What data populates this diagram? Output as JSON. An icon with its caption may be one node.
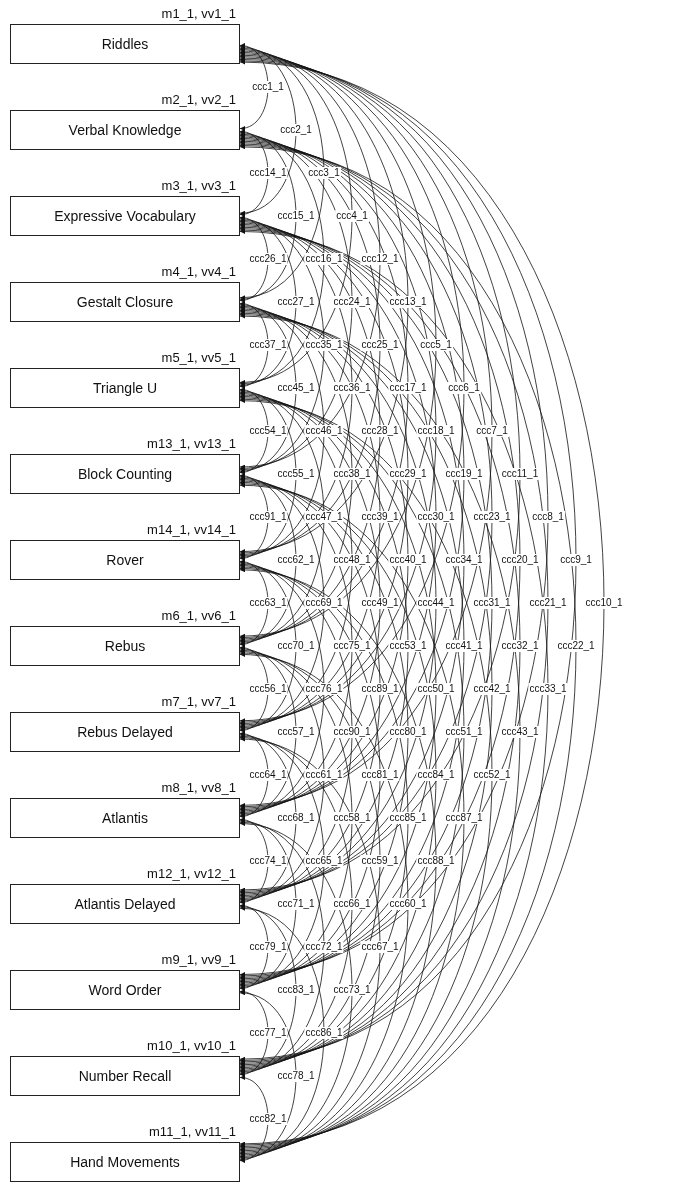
{
  "diagram": {
    "nodes": [
      {
        "text": [
          "Riddles"
        ],
        "beside": [
          "m1_1, vv1_1"
        ]
      },
      {
        "text": [
          "Verbal Knowledge"
        ],
        "beside": [
          "m2_1, vv2_1"
        ]
      },
      {
        "text": [
          "Expressive Vocabulary"
        ],
        "beside": [
          "m3_1, vv3_1"
        ]
      },
      {
        "text": [
          "Gestalt Closure"
        ],
        "beside": [
          "m4_1, vv4_1"
        ]
      },
      {
        "text": [
          "Triangle U"
        ],
        "beside": [
          "m5_1, vv5_1"
        ]
      },
      {
        "text": [
          "Block Counting"
        ],
        "beside": [
          "m13_1, vv13_1"
        ]
      },
      {
        "text": [
          "Rover"
        ],
        "beside": [
          "m14_1, vv14_1"
        ]
      },
      {
        "text": [
          "Rebus"
        ],
        "beside": [
          "m6_1, vv6_1"
        ]
      },
      {
        "text": [
          "Rebus Delayed"
        ],
        "beside": [
          "m7_1, vv7_1"
        ]
      },
      {
        "text": [
          "Atlantis"
        ],
        "beside": [
          "m8_1, vv8_1"
        ]
      },
      {
        "text": [
          "Atlantis Delayed"
        ],
        "beside": [
          "m12_1, vv12_1"
        ]
      },
      {
        "text": [
          "Word Order"
        ],
        "beside": [
          "m9_1, vv9_1"
        ]
      },
      {
        "text": [
          "Number Recall"
        ],
        "beside": [
          "m10_1, vv10_1"
        ]
      },
      {
        "text": [
          "Hand Movements"
        ],
        "beside": [
          "m11_1, vv11_1"
        ]
      }
    ],
    "edges": [
      {
        "from": 0,
        "to": 1,
        "arrow": "both",
        "label": "ccc1_1"
      },
      {
        "from": 0,
        "to": 2,
        "arrow": "both",
        "label": "ccc2_1"
      },
      {
        "from": 0,
        "to": 3,
        "arrow": "both",
        "label": "ccc3_1"
      },
      {
        "from": 0,
        "to": 4,
        "arrow": "both",
        "label": "ccc4_1"
      },
      {
        "from": 0,
        "to": 7,
        "arrow": "both",
        "label": "ccc5_1"
      },
      {
        "from": 0,
        "to": 8,
        "arrow": "both",
        "label": "ccc6_1"
      },
      {
        "from": 0,
        "to": 9,
        "arrow": "both",
        "label": "ccc7_1"
      },
      {
        "from": 0,
        "to": 11,
        "arrow": "both",
        "label": "ccc8_1"
      },
      {
        "from": 0,
        "to": 12,
        "arrow": "both",
        "label": "ccc9_1"
      },
      {
        "from": 0,
        "to": 13,
        "arrow": "both",
        "label": "ccc10_1"
      },
      {
        "from": 0,
        "to": 10,
        "arrow": "both",
        "label": "ccc11_1"
      },
      {
        "from": 0,
        "to": 5,
        "arrow": "both",
        "label": "ccc12_1"
      },
      {
        "from": 0,
        "to": 6,
        "arrow": "both",
        "label": "ccc13_1"
      },
      {
        "from": 1,
        "to": 2,
        "arrow": "both",
        "label": "ccc14_1"
      },
      {
        "from": 1,
        "to": 3,
        "arrow": "both",
        "label": "ccc15_1"
      },
      {
        "from": 1,
        "to": 4,
        "arrow": "both",
        "label": "ccc16_1"
      },
      {
        "from": 1,
        "to": 7,
        "arrow": "both",
        "label": "ccc17_1"
      },
      {
        "from": 1,
        "to": 8,
        "arrow": "both",
        "label": "ccc18_1"
      },
      {
        "from": 1,
        "to": 9,
        "arrow": "both",
        "label": "ccc19_1"
      },
      {
        "from": 1,
        "to": 11,
        "arrow": "both",
        "label": "ccc20_1"
      },
      {
        "from": 1,
        "to": 12,
        "arrow": "both",
        "label": "ccc21_1"
      },
      {
        "from": 1,
        "to": 13,
        "arrow": "both",
        "label": "ccc22_1"
      },
      {
        "from": 1,
        "to": 10,
        "arrow": "both",
        "label": "ccc23_1"
      },
      {
        "from": 1,
        "to": 5,
        "arrow": "both",
        "label": "ccc24_1"
      },
      {
        "from": 1,
        "to": 6,
        "arrow": "both",
        "label": "ccc25_1"
      },
      {
        "from": 2,
        "to": 3,
        "arrow": "both",
        "label": "ccc26_1"
      },
      {
        "from": 2,
        "to": 4,
        "arrow": "both",
        "label": "ccc27_1"
      },
      {
        "from": 2,
        "to": 7,
        "arrow": "both",
        "label": "ccc28_1"
      },
      {
        "from": 2,
        "to": 8,
        "arrow": "both",
        "label": "ccc29_1"
      },
      {
        "from": 2,
        "to": 9,
        "arrow": "both",
        "label": "ccc30_1"
      },
      {
        "from": 2,
        "to": 11,
        "arrow": "both",
        "label": "ccc31_1"
      },
      {
        "from": 2,
        "to": 12,
        "arrow": "both",
        "label": "ccc32_1"
      },
      {
        "from": 2,
        "to": 13,
        "arrow": "both",
        "label": "ccc33_1"
      },
      {
        "from": 2,
        "to": 10,
        "arrow": "both",
        "label": "ccc34_1"
      },
      {
        "from": 2,
        "to": 5,
        "arrow": "both",
        "label": "ccc35_1"
      },
      {
        "from": 2,
        "to": 6,
        "arrow": "both",
        "label": "ccc36_1"
      },
      {
        "from": 3,
        "to": 4,
        "arrow": "both",
        "label": "ccc37_1"
      },
      {
        "from": 3,
        "to": 7,
        "arrow": "both",
        "label": "ccc38_1"
      },
      {
        "from": 3,
        "to": 8,
        "arrow": "both",
        "label": "ccc39_1"
      },
      {
        "from": 3,
        "to": 9,
        "arrow": "both",
        "label": "ccc40_1"
      },
      {
        "from": 3,
        "to": 11,
        "arrow": "both",
        "label": "ccc41_1"
      },
      {
        "from": 3,
        "to": 12,
        "arrow": "both",
        "label": "ccc42_1"
      },
      {
        "from": 3,
        "to": 13,
        "arrow": "both",
        "label": "ccc43_1"
      },
      {
        "from": 3,
        "to": 10,
        "arrow": "both",
        "label": "ccc44_1"
      },
      {
        "from": 3,
        "to": 5,
        "arrow": "both",
        "label": "ccc45_1"
      },
      {
        "from": 3,
        "to": 6,
        "arrow": "both",
        "label": "ccc46_1"
      },
      {
        "from": 4,
        "to": 7,
        "arrow": "both",
        "label": "ccc47_1"
      },
      {
        "from": 4,
        "to": 8,
        "arrow": "both",
        "label": "ccc48_1"
      },
      {
        "from": 4,
        "to": 9,
        "arrow": "both",
        "label": "ccc49_1"
      },
      {
        "from": 4,
        "to": 11,
        "arrow": "both",
        "label": "ccc50_1"
      },
      {
        "from": 4,
        "to": 12,
        "arrow": "both",
        "label": "ccc51_1"
      },
      {
        "from": 4,
        "to": 13,
        "arrow": "both",
        "label": "ccc52_1"
      },
      {
        "from": 4,
        "to": 10,
        "arrow": "both",
        "label": "ccc53_1"
      },
      {
        "from": 4,
        "to": 5,
        "arrow": "both",
        "label": "ccc54_1"
      },
      {
        "from": 4,
        "to": 6,
        "arrow": "both",
        "label": "ccc55_1"
      },
      {
        "from": 7,
        "to": 8,
        "arrow": "both",
        "label": "ccc56_1"
      },
      {
        "from": 7,
        "to": 9,
        "arrow": "both",
        "label": "ccc57_1"
      },
      {
        "from": 7,
        "to": 11,
        "arrow": "both",
        "label": "ccc58_1"
      },
      {
        "from": 7,
        "to": 12,
        "arrow": "both",
        "label": "ccc59_1"
      },
      {
        "from": 7,
        "to": 13,
        "arrow": "both",
        "label": "ccc60_1"
      },
      {
        "from": 7,
        "to": 10,
        "arrow": "both",
        "label": "ccc61_1"
      },
      {
        "from": 7,
        "to": 5,
        "arrow": "both",
        "label": "ccc62_1"
      },
      {
        "from": 7,
        "to": 6,
        "arrow": "both",
        "label": "ccc63_1"
      },
      {
        "from": 8,
        "to": 9,
        "arrow": "both",
        "label": "ccc64_1"
      },
      {
        "from": 8,
        "to": 11,
        "arrow": "both",
        "label": "ccc65_1"
      },
      {
        "from": 8,
        "to": 12,
        "arrow": "both",
        "label": "ccc66_1"
      },
      {
        "from": 8,
        "to": 13,
        "arrow": "both",
        "label": "ccc67_1"
      },
      {
        "from": 8,
        "to": 10,
        "arrow": "both",
        "label": "ccc68_1"
      },
      {
        "from": 8,
        "to": 5,
        "arrow": "both",
        "label": "ccc69_1"
      },
      {
        "from": 8,
        "to": 6,
        "arrow": "both",
        "label": "ccc70_1"
      },
      {
        "from": 9,
        "to": 11,
        "arrow": "both",
        "label": "ccc71_1"
      },
      {
        "from": 9,
        "to": 12,
        "arrow": "both",
        "label": "ccc72_1"
      },
      {
        "from": 9,
        "to": 13,
        "arrow": "both",
        "label": "ccc73_1"
      },
      {
        "from": 9,
        "to": 10,
        "arrow": "both",
        "label": "ccc74_1"
      },
      {
        "from": 9,
        "to": 5,
        "arrow": "both",
        "label": "ccc75_1"
      },
      {
        "from": 9,
        "to": 6,
        "arrow": "both",
        "label": "ccc76_1"
      },
      {
        "from": 11,
        "to": 12,
        "arrow": "both",
        "label": "ccc77_1"
      },
      {
        "from": 11,
        "to": 13,
        "arrow": "both",
        "label": "ccc78_1"
      },
      {
        "from": 11,
        "to": 10,
        "arrow": "both",
        "label": "ccc79_1"
      },
      {
        "from": 11,
        "to": 5,
        "arrow": "both",
        "label": "ccc80_1"
      },
      {
        "from": 11,
        "to": 6,
        "arrow": "both",
        "label": "ccc81_1"
      },
      {
        "from": 12,
        "to": 13,
        "arrow": "both",
        "label": "ccc82_1"
      },
      {
        "from": 12,
        "to": 10,
        "arrow": "both",
        "label": "ccc83_1"
      },
      {
        "from": 12,
        "to": 5,
        "arrow": "both",
        "label": "ccc84_1"
      },
      {
        "from": 12,
        "to": 6,
        "arrow": "both",
        "label": "ccc85_1"
      },
      {
        "from": 13,
        "to": 10,
        "arrow": "both",
        "label": "ccc86_1"
      },
      {
        "from": 13,
        "to": 5,
        "arrow": "both",
        "label": "ccc87_1"
      },
      {
        "from": 13,
        "to": 6,
        "arrow": "both",
        "label": "ccc88_1"
      },
      {
        "from": 10,
        "to": 5,
        "arrow": "both",
        "label": "ccc89_1"
      },
      {
        "from": 10,
        "to": 6,
        "arrow": "both",
        "label": "ccc90_1"
      },
      {
        "from": 5,
        "to": 6,
        "arrow": "both",
        "label": "ccc91_1"
      }
    ]
  }
}
